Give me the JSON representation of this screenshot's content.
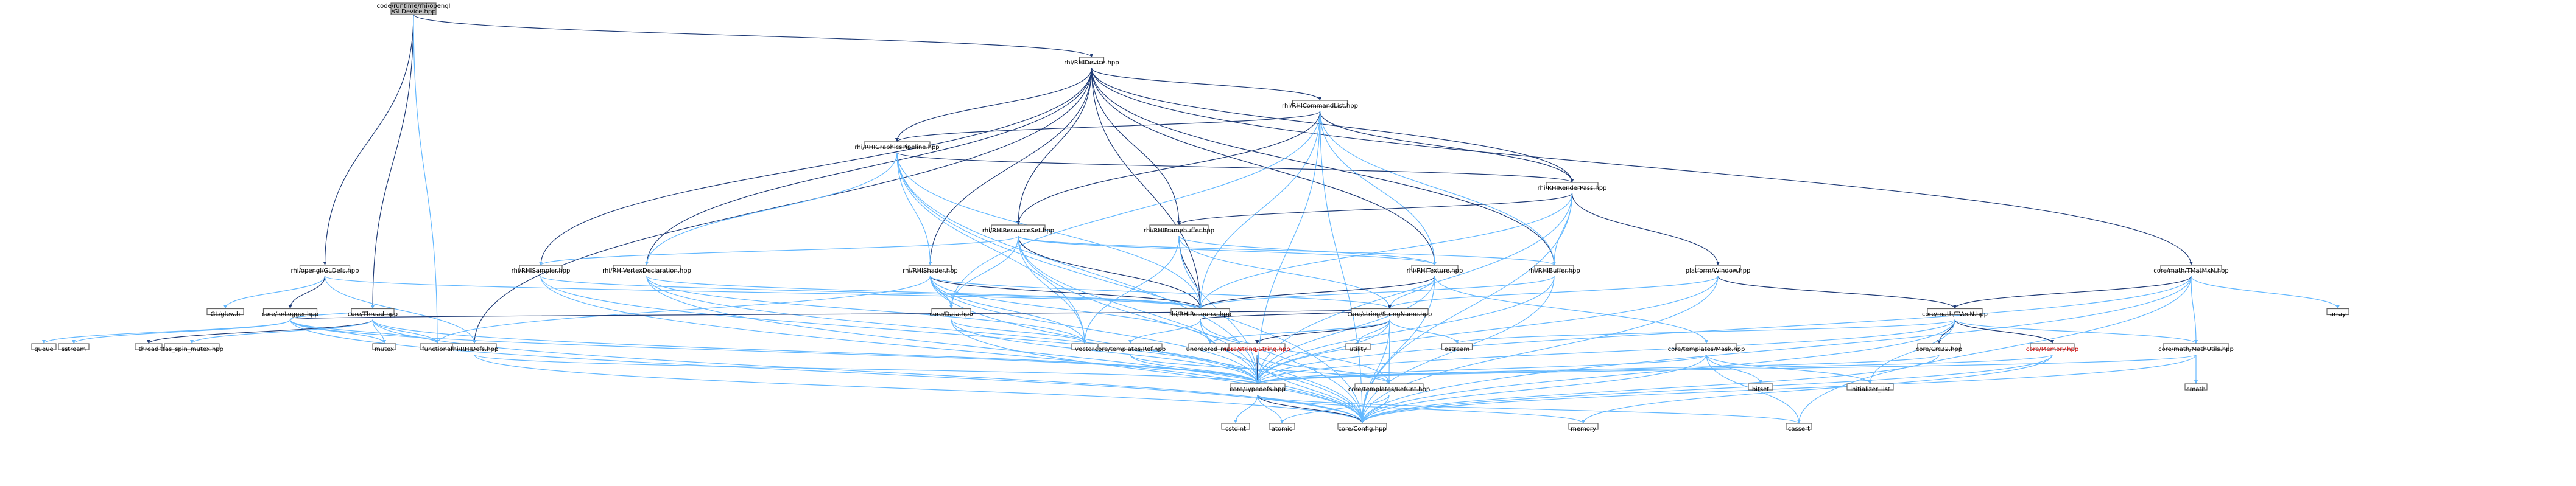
{
  "title": "",
  "colors": {
    "root_fill": "#bfbfbf",
    "node_fill": "#ffffff",
    "node_stroke": "#666666",
    "edge_main": "#1f3b76",
    "edge_light": "#63b8ff",
    "red_label": "#cc0000"
  },
  "nodes": {
    "root": "code/runtime/rhi/opengl/GLDevice.hpp",
    "rhidevice": "rhi/RHIDevice.hpp",
    "cmdlist": "rhi/RHICommandList.hpp",
    "gfxpipe": "rhi/RHIGraphicsPipeline.hpp",
    "renderpass": "rhi/RHIRenderPass.hpp",
    "resset": "rhi/RHIResourceSet.hpp",
    "framebuffer": "rhi/RHIFramebuffer.hpp",
    "sampler": "rhi/RHISampler.hpp",
    "vertexdecl": "rhi/RHIVertexDeclaration.hpp",
    "shader": "rhi/RHIShader.hpp",
    "texture": "rhi/RHITexture.hpp",
    "buffer": "rhi/RHIBuffer.hpp",
    "window": "platform/Window.hpp",
    "matmxn": "core/math/TMatMxN.hpp",
    "gldefs": "rhi/opengl/GLDefs.hpp",
    "glew": "GL/glew.h",
    "logger": "core/io/Logger.hpp",
    "thread": "core/Thread.hpp",
    "queue": "queue",
    "sstream": "sstream",
    "stdthread": "thread",
    "ttas": "ttas_spin_mutex.hpp",
    "mutex": "mutex",
    "functional": "functional",
    "rhidefs": "rhi/RHIDefs.hpp",
    "data": "core/Data.hpp",
    "vector": "vector",
    "resource": "rhi/RHIResource.hpp",
    "strname": "core/string/StringName.hpp",
    "unordered_map": "unordered_map",
    "ref": "core/templates/Ref.hpp",
    "string": "core/string/String.hpp",
    "utility": "utility",
    "ostream": "ostream",
    "mask": "core/templates/Mask.hpp",
    "tvecn": "core/math/TVecN.hpp",
    "crc32": "core/Crc32.hpp",
    "memory_hpp": "core/Memory.hpp",
    "mathutils": "core/math/MathUtils.hpp",
    "array": "array",
    "typedefs": "core/Typedefs.hpp",
    "refcnt": "core/templates/RefCnt.hpp",
    "bitset": "bitset",
    "initializer_list": "initializer_list",
    "cmath": "cmath",
    "cstdint": "cstdint",
    "atomic": "atomic",
    "config": "core/Config.hpp",
    "memory": "memory",
    "cassert": "cassert"
  },
  "edges": [
    [
      "root",
      "rhidevice"
    ],
    [
      "root",
      "gldefs"
    ],
    [
      "root",
      "thread"
    ],
    [
      "root",
      "functional"
    ],
    [
      "rhidevice",
      "cmdlist"
    ],
    [
      "rhidevice",
      "gfxpipe"
    ],
    [
      "rhidevice",
      "renderpass"
    ],
    [
      "rhidevice",
      "resset"
    ],
    [
      "rhidevice",
      "framebuffer"
    ],
    [
      "rhidevice",
      "sampler"
    ],
    [
      "rhidevice",
      "vertexdecl"
    ],
    [
      "rhidevice",
      "shader"
    ],
    [
      "rhidevice",
      "texture"
    ],
    [
      "rhidevice",
      "buffer"
    ],
    [
      "rhidevice",
      "matmxn"
    ],
    [
      "rhidevice",
      "rhidefs"
    ],
    [
      "rhidevice",
      "resource"
    ],
    [
      "cmdlist",
      "gfxpipe"
    ],
    [
      "cmdlist",
      "renderpass"
    ],
    [
      "cmdlist",
      "resset"
    ],
    [
      "cmdlist",
      "texture"
    ],
    [
      "cmdlist",
      "buffer"
    ],
    [
      "cmdlist",
      "resource"
    ],
    [
      "cmdlist",
      "data"
    ],
    [
      "cmdlist",
      "typedefs"
    ],
    [
      "cmdlist",
      "config"
    ],
    [
      "gfxpipe",
      "renderpass"
    ],
    [
      "gfxpipe",
      "shader"
    ],
    [
      "gfxpipe",
      "vertexdecl"
    ],
    [
      "gfxpipe",
      "resource"
    ],
    [
      "gfxpipe",
      "typedefs"
    ],
    [
      "gfxpipe",
      "vector"
    ],
    [
      "gfxpipe",
      "config"
    ],
    [
      "renderpass",
      "framebuffer"
    ],
    [
      "renderpass",
      "window"
    ],
    [
      "renderpass",
      "buffer"
    ],
    [
      "renderpass",
      "resource"
    ],
    [
      "renderpass",
      "typedefs"
    ],
    [
      "renderpass",
      "config"
    ],
    [
      "resset",
      "sampler"
    ],
    [
      "resset",
      "texture"
    ],
    [
      "resset",
      "buffer"
    ],
    [
      "resset",
      "resource"
    ],
    [
      "resset",
      "data"
    ],
    [
      "resset",
      "vector"
    ],
    [
      "resset",
      "typedefs"
    ],
    [
      "resset",
      "config"
    ],
    [
      "framebuffer",
      "texture"
    ],
    [
      "framebuffer",
      "resource"
    ],
    [
      "framebuffer",
      "typedefs"
    ],
    [
      "framebuffer",
      "vector"
    ],
    [
      "framebuffer",
      "strname"
    ],
    [
      "sampler",
      "resource"
    ],
    [
      "sampler",
      "typedefs"
    ],
    [
      "sampler",
      "config"
    ],
    [
      "vertexdecl",
      "resource"
    ],
    [
      "vertexdecl",
      "typedefs"
    ],
    [
      "vertexdecl",
      "vector"
    ],
    [
      "vertexdecl",
      "config"
    ],
    [
      "shader",
      "resource"
    ],
    [
      "shader",
      "data"
    ],
    [
      "shader",
      "strname"
    ],
    [
      "shader",
      "vector"
    ],
    [
      "shader",
      "functional"
    ],
    [
      "shader",
      "unordered_map"
    ],
    [
      "shader",
      "typedefs"
    ],
    [
      "shader",
      "config"
    ],
    [
      "texture",
      "resource"
    ],
    [
      "texture",
      "typedefs"
    ],
    [
      "texture",
      "strname"
    ],
    [
      "texture",
      "mask"
    ],
    [
      "texture",
      "config"
    ],
    [
      "buffer",
      "resource"
    ],
    [
      "buffer",
      "typedefs"
    ],
    [
      "buffer",
      "config"
    ],
    [
      "window",
      "strname"
    ],
    [
      "window",
      "tvecn"
    ],
    [
      "window",
      "typedefs"
    ],
    [
      "window",
      "config"
    ],
    [
      "matmxn",
      "tvecn"
    ],
    [
      "matmxn",
      "mathutils"
    ],
    [
      "matmxn",
      "array"
    ],
    [
      "matmxn",
      "typedefs"
    ],
    [
      "matmxn",
      "config"
    ],
    [
      "matmxn",
      "cassert"
    ],
    [
      "gldefs",
      "glew"
    ],
    [
      "gldefs",
      "logger"
    ],
    [
      "gldefs",
      "rhidefs"
    ],
    [
      "gldefs",
      "resource"
    ],
    [
      "logger",
      "queue"
    ],
    [
      "logger",
      "sstream"
    ],
    [
      "logger",
      "mutex"
    ],
    [
      "logger",
      "functional"
    ],
    [
      "logger",
      "thread"
    ],
    [
      "logger",
      "strname"
    ],
    [
      "logger",
      "typedefs"
    ],
    [
      "logger",
      "config"
    ],
    [
      "thread",
      "stdthread"
    ],
    [
      "thread",
      "ttas"
    ],
    [
      "thread",
      "mutex"
    ],
    [
      "thread",
      "functional"
    ],
    [
      "thread",
      "typedefs"
    ],
    [
      "thread",
      "config"
    ],
    [
      "rhidefs",
      "typedefs"
    ],
    [
      "rhidefs",
      "config"
    ],
    [
      "data",
      "vector"
    ],
    [
      "data",
      "typedefs"
    ],
    [
      "data",
      "config"
    ],
    [
      "resource",
      "ref"
    ],
    [
      "resource",
      "refcnt"
    ],
    [
      "resource",
      "strname"
    ],
    [
      "resource",
      "typedefs"
    ],
    [
      "resource",
      "config"
    ],
    [
      "strname",
      "string"
    ],
    [
      "strname",
      "unordered_map"
    ],
    [
      "strname",
      "utility"
    ],
    [
      "strname",
      "ostream"
    ],
    [
      "strname",
      "refcnt"
    ],
    [
      "strname",
      "typedefs"
    ],
    [
      "strname",
      "config"
    ],
    [
      "ref",
      "refcnt"
    ],
    [
      "ref",
      "typedefs"
    ],
    [
      "string",
      "typedefs"
    ],
    [
      "string",
      "config"
    ],
    [
      "string",
      "refcnt"
    ],
    [
      "mask",
      "bitset"
    ],
    [
      "mask",
      "initializer_list"
    ],
    [
      "mask",
      "cassert"
    ],
    [
      "mask",
      "typedefs"
    ],
    [
      "mask",
      "config"
    ],
    [
      "tvecn",
      "crc32"
    ],
    [
      "tvecn",
      "memory_hpp"
    ],
    [
      "tvecn",
      "mathutils"
    ],
    [
      "tvecn",
      "initializer_list"
    ],
    [
      "tvecn",
      "ostream"
    ],
    [
      "tvecn",
      "typedefs"
    ],
    [
      "tvecn",
      "config"
    ],
    [
      "crc32",
      "typedefs"
    ],
    [
      "crc32",
      "config"
    ],
    [
      "memory_hpp",
      "typedefs"
    ],
    [
      "memory_hpp",
      "config"
    ],
    [
      "memory_hpp",
      "memory"
    ],
    [
      "mathutils",
      "cmath"
    ],
    [
      "mathutils",
      "typedefs"
    ],
    [
      "mathutils",
      "config"
    ],
    [
      "typedefs",
      "cstdint"
    ],
    [
      "typedefs",
      "atomic"
    ],
    [
      "typedefs",
      "config"
    ],
    [
      "typedefs",
      "memory"
    ],
    [
      "typedefs",
      "cassert"
    ],
    [
      "refcnt",
      "atomic"
    ],
    [
      "refcnt",
      "config"
    ]
  ],
  "dark_edges": [
    "root-rhidevice",
    "root-gldefs",
    "root-thread",
    "rhidevice-cmdlist",
    "rhidevice-gfxpipe",
    "rhidevice-renderpass",
    "rhidevice-resset",
    "rhidevice-framebuffer",
    "rhidevice-sampler",
    "rhidevice-vertexdecl",
    "rhidevice-shader",
    "rhidevice-texture",
    "rhidevice-buffer",
    "rhidevice-matmxn",
    "rhidevice-rhidefs",
    "rhidevice-resource",
    "cmdlist-gfxpipe",
    "cmdlist-renderpass",
    "cmdlist-resset",
    "gfxpipe-renderpass",
    "renderpass-framebuffer",
    "renderpass-window",
    "resset-resource",
    "framebuffer-resource",
    "shader-resource",
    "texture-resource",
    "resource-strname",
    "strname-string",
    "string-typedefs",
    "typedefs-config",
    "window-tvecn",
    "tvecn-memory_hpp",
    "tvecn-crc32",
    "matmxn-tvecn",
    "gldefs-logger",
    "logger-strname",
    "thread-stdthread"
  ]
}
